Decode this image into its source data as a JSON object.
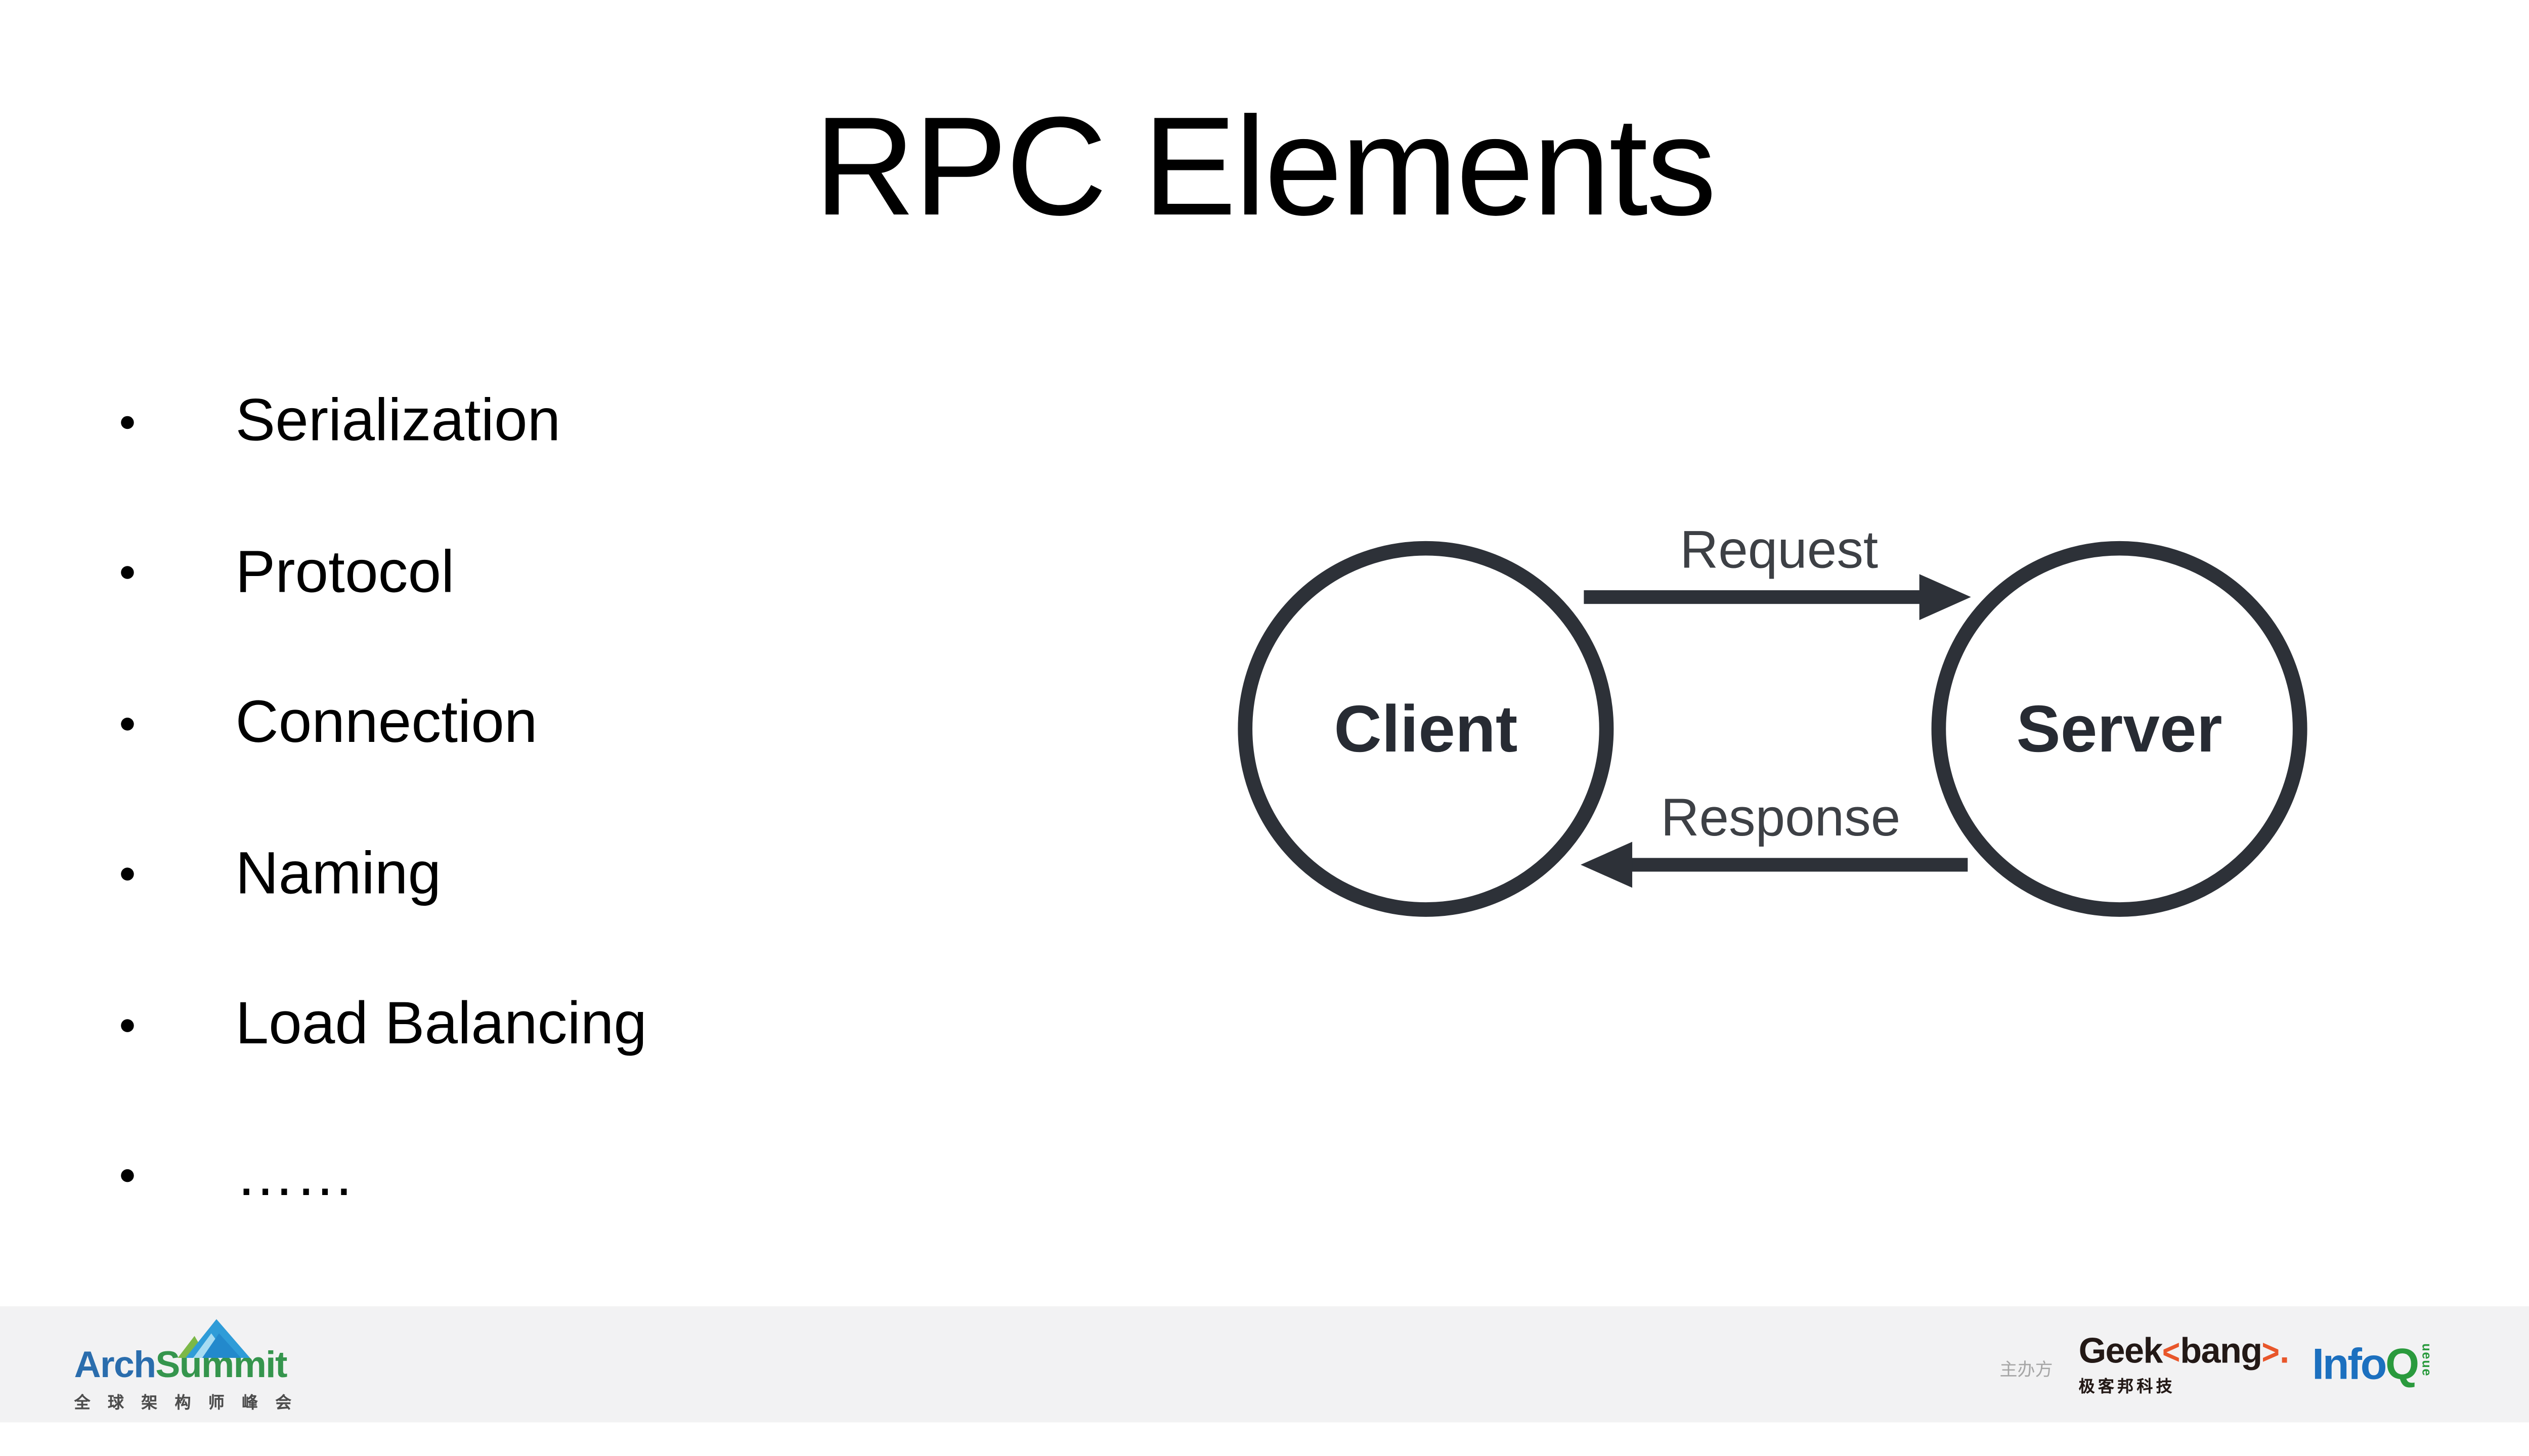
{
  "slide": {
    "title": "RPC Elements",
    "bullets": [
      "Serialization",
      "Protocol",
      "Connection",
      "Naming",
      "Load Balancing",
      "……"
    ]
  },
  "diagram": {
    "client_label": "Client",
    "server_label": "Server",
    "request_label": "Request",
    "response_label": "Response",
    "stroke_color": "#2d3138",
    "node_label_color": "#272b33",
    "edge_label_color": "#3d4045"
  },
  "footer": {
    "archsummit": {
      "arch": "Arch",
      "summit": "Summit",
      "tagline": "全 球 架 构 师 峰 会",
      "arch_color": "#2a6dad",
      "summit_color": "#35954d"
    },
    "host_label": "主办方",
    "geekbang": {
      "geek": "Geek",
      "left_bracket": "<",
      "bang": "bang",
      "right_bracket": ">",
      "dot": ".",
      "tagline": "极客邦科技",
      "accent_color": "#e8562a"
    },
    "infoq": {
      "info": "Info",
      "q": "Q",
      "queue_suffix": "ueue",
      "info_color": "#1c70bf",
      "q_color": "#2a9a3d"
    }
  }
}
